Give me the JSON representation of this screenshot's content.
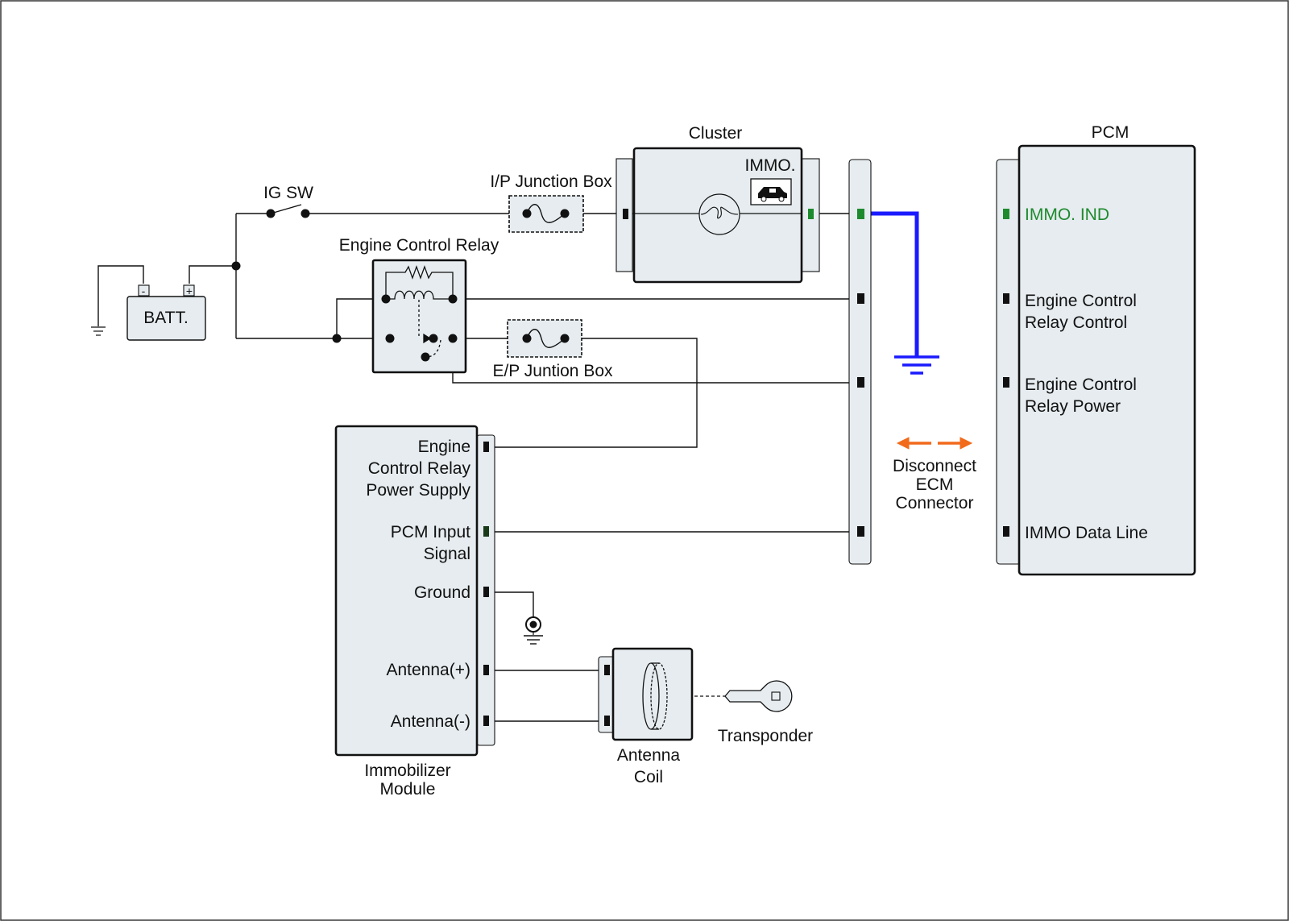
{
  "colors": {
    "box_fill": "#e6ecef",
    "immo_highlight": "#1e8a2e",
    "ground_wire": "#1a1aff",
    "disconnect_arrows": "#f26a1b"
  },
  "icons": [
    "battery-icon",
    "fuse-icon",
    "relay-coil-icon",
    "warning-lamp-icon",
    "car-immobilizer-icon",
    "ground-icon",
    "antenna-coil-icon",
    "key-icon",
    "orange-double-arrow-icon"
  ],
  "battery": {
    "label": "BATT.",
    "neg": "-",
    "pos": "+"
  },
  "ig_sw": {
    "label": "IG SW"
  },
  "ip_junction": {
    "label": "I/P Junction Box"
  },
  "ep_junction": {
    "label": "E/P Juntion Box"
  },
  "relay": {
    "label": "Engine Control Relay"
  },
  "cluster": {
    "label": "Cluster",
    "immo": "IMMO."
  },
  "pcm": {
    "title": "PCM",
    "pins": {
      "immo_ind": "IMMO. IND",
      "ecr_control_1": "Engine Control",
      "ecr_control_2": "Relay Control",
      "ecr_power_1": "Engine Control",
      "ecr_power_2": "Relay Power",
      "immo_data": "IMMO Data Line"
    }
  },
  "disconnect": {
    "line1": "Disconnect",
    "line2": "ECM",
    "line3": "Connector"
  },
  "immobilizer": {
    "title_1": "Immobilizer",
    "title_2": "Module",
    "pins": {
      "ecr_ps_1": "Engine",
      "ecr_ps_2": "Control Relay",
      "ecr_ps_3": "Power Supply",
      "pcm_input_1": "PCM Input",
      "pcm_input_2": "Signal",
      "ground": "Ground",
      "ant_pos": "Antenna(+)",
      "ant_neg": "Antenna(-)"
    }
  },
  "antenna_coil": {
    "line1": "Antenna",
    "line2": "Coil"
  },
  "transponder": {
    "label": "Transponder"
  }
}
